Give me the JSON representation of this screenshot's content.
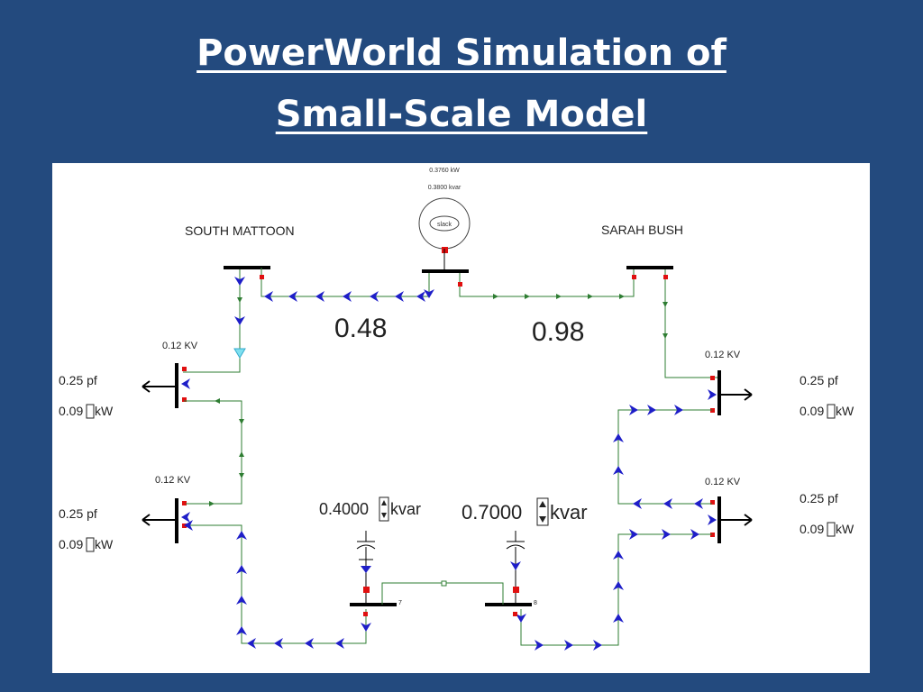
{
  "slide": {
    "title_line1": "PowerWorld Simulation of",
    "title_line2": "Small-Scale Model"
  },
  "diagram": {
    "slack": {
      "label": "slack",
      "mw": "0.3760 kW",
      "mvar": "0.3800 kvar"
    },
    "areas": {
      "south": "SOUTH MATTOON",
      "north": "SARAH BUSH"
    },
    "flows": {
      "left": "0.48",
      "right": "0.98"
    },
    "buses": [
      {
        "id": "1",
        "label": ""
      },
      {
        "id": "2",
        "label": ""
      },
      {
        "id": "3",
        "kv": "0.12 KV",
        "pf": "0.25 pf",
        "kw": "0.09",
        "kw_unit": "kW"
      },
      {
        "id": "4",
        "kv": "0.12 KV",
        "pf": "0.25 pf",
        "kw": "0.09",
        "kw_unit": "kW"
      },
      {
        "id": "5",
        "kv": "0.12 KV",
        "pf": "0.25 pf",
        "kw": "0.09",
        "kw_unit": "kW"
      },
      {
        "id": "6",
        "kv": "0.12 KV",
        "pf": "0.25 pf",
        "kw": "0.09",
        "kw_unit": "kW"
      },
      {
        "id": "7",
        "label": "7"
      },
      {
        "id": "8",
        "label": "8"
      }
    ],
    "capacitors": [
      {
        "value": "0.4000",
        "unit": "kvar"
      },
      {
        "value": "0.7000",
        "unit": "kvar"
      }
    ],
    "colors": {
      "line": "#2e7d32",
      "arrow_blue": "#1e1ec8",
      "arrow_green": "#2e7d32",
      "breaker": "#e01010",
      "bus": "#000000"
    }
  }
}
